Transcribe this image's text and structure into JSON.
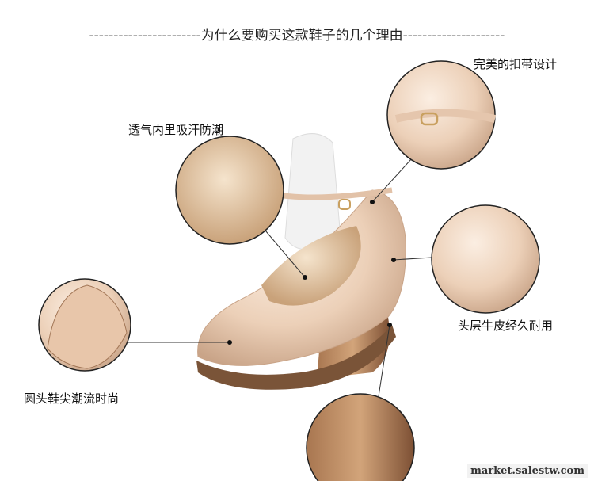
{
  "header": {
    "title": "为什么要购买这款鞋子的几个理由",
    "dashes_left": "-----------------------",
    "dashes_right": "---------------------"
  },
  "features": [
    {
      "label": "完美的扣带设计",
      "detail": "ankle-strap-buckle"
    },
    {
      "label": "透气内里吸汗防潮",
      "detail": "breathable-lining"
    },
    {
      "label": "头层牛皮经久耐用",
      "detail": "heel-counter-leather"
    },
    {
      "label": "圆头鞋尖潮流时尚",
      "detail": "round-toe"
    }
  ],
  "watermark": "market.salestw.com",
  "colors": {
    "leather": "#ecd0b8",
    "wedge": "#8a5a3a",
    "sole": "#6b4a34",
    "line": "#222222"
  }
}
